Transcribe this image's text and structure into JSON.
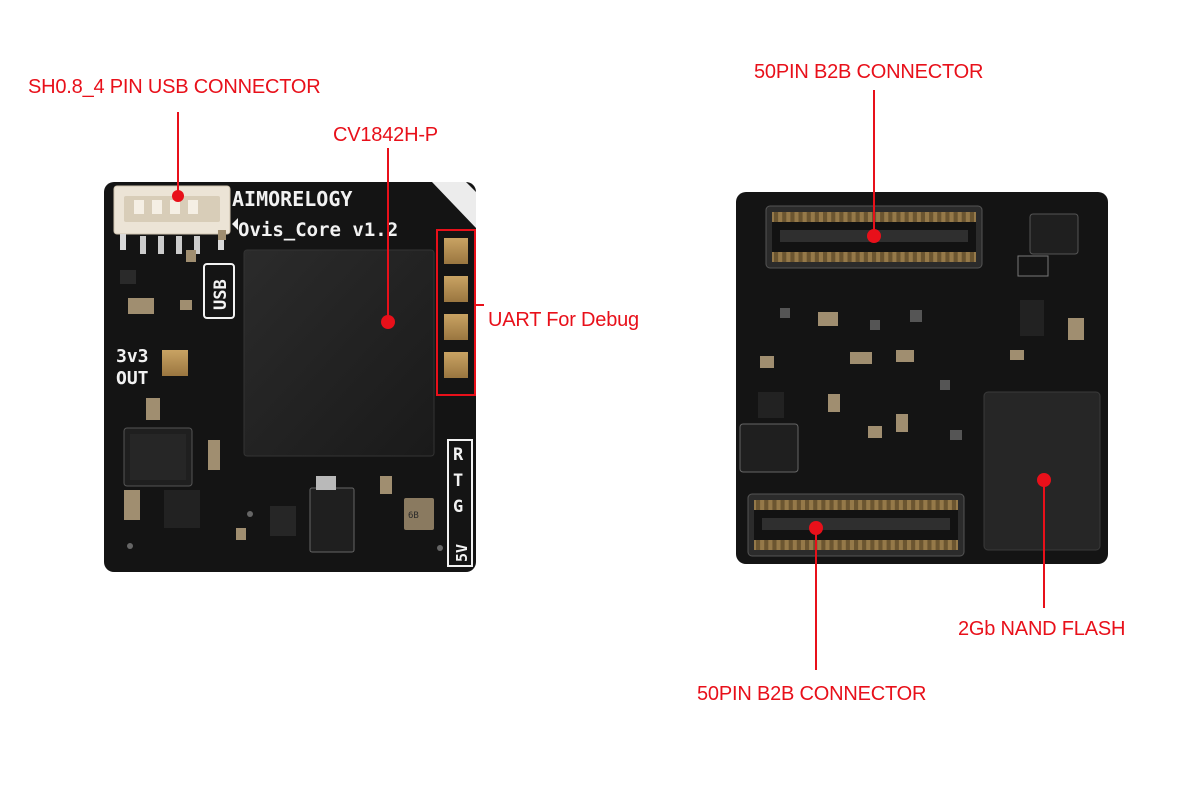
{
  "annotations": {
    "usb_connector": "SH0.8_4 PIN USB CONNECTOR",
    "soc": "CV1842H-P",
    "uart": "UART For Debug",
    "b2b_top": "50PIN B2B CONNECTOR",
    "b2b_bottom": "50PIN B2B CONNECTOR",
    "nand": "2Gb NAND FLASH"
  },
  "silkscreen": {
    "brand": "AIMORELOGY",
    "board_name": "Ovis_Core v1.2",
    "usb": "USB",
    "out_voltage": "3v3",
    "out_label": "OUT",
    "pin_r": "R",
    "pin_t": "T",
    "pin_5v": "5V",
    "pin_g": "G",
    "small_chip_mark": "6B"
  },
  "colors": {
    "annotation": "#e8101a",
    "pcb": "#141414",
    "silkscreen": "#f2f2f2",
    "pad_gold": "#b08a4e"
  }
}
